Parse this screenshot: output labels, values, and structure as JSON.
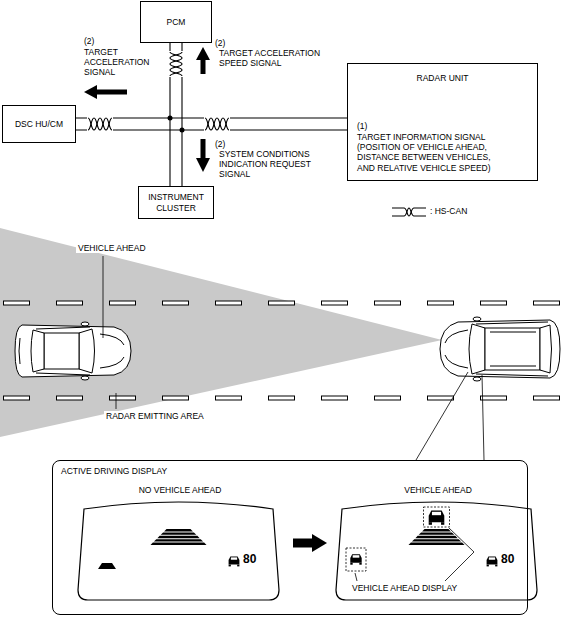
{
  "diagram": {
    "nodes": [
      {
        "text": [
          "PCM"
        ]
      },
      {
        "text": [
          "DSC HU/CM"
        ]
      },
      {
        "text": [
          "RADAR UNIT",
          "(1)",
          "TARGET INFORMATION SIGNAL (POSITION OF VEHICLE AHEAD, DISTANCE BETWEEN VEHICLES, AND RELATIVE VEHICLE SPEED)"
        ]
      },
      {
        "text": [
          "INSTRUMENT CLUSTER"
        ]
      },
      {
        "text": [
          "ACTIVE DRIVING DISPLAY"
        ]
      },
      {
        "text": [
          "NO VEHICLE AHEAD",
          "80"
        ],
        "in": 4
      },
      {
        "text": [
          "VEHICLE AHEAD",
          "80"
        ],
        "in": 4
      }
    ],
    "edges": [
      {
        "from": 1,
        "to": 2,
        "arrow": "none"
      },
      {
        "from": 0,
        "to": 3,
        "arrow": "none"
      },
      {
        "from": 5,
        "to": 6,
        "arrow": "to"
      }
    ],
    "labels": [
      "(2)",
      "TARGET ACCELERATION SIGNAL",
      "(2)",
      "TARGET ACCELERATION SPEED SIGNAL",
      "(2)",
      "SYSTEM CONDITIONS INDICATION REQUEST SIGNAL",
      "VEHICLE AHEAD",
      "RADAR EMITTING AREA",
      "VEHICLE AHEAD DISPLAY"
    ],
    "legend": [
      {
        "text": ": HS-CAN"
      }
    ]
  }
}
